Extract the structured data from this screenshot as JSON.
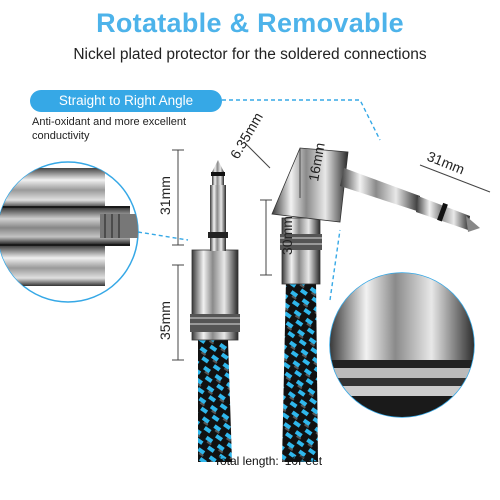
{
  "header": {
    "title": "Rotatable & Removable",
    "subtitle": "Nickel plated protector for the soldered connections"
  },
  "feature": {
    "label": "Straight to Right Angle",
    "description": "Anti-oxidant and more excellent conductivity"
  },
  "dimensions": {
    "straight_tip_width": "6.35mm",
    "straight_tip_length": "31mm",
    "straight_barrel_length": "35mm",
    "angle_head_width": "16mm",
    "angle_body_length": "30mm",
    "angle_tip_length": "31mm"
  },
  "footer": {
    "total_label": "Total length:",
    "total_value": "10Feet"
  },
  "colors": {
    "accent": "#4db3ea",
    "pill": "#36a8e6",
    "braid_blue": "#2fb7ec",
    "braid_black": "#111111"
  }
}
